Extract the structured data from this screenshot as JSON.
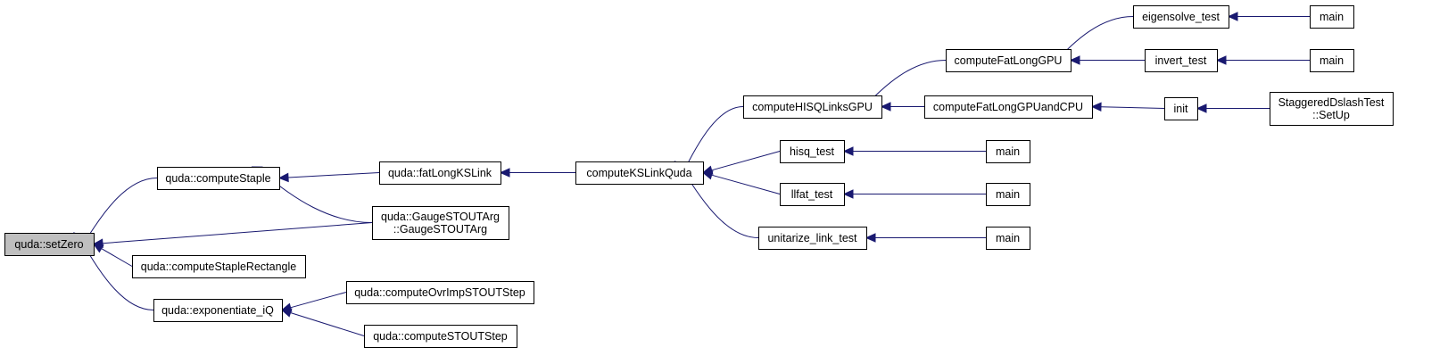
{
  "nodes": {
    "setzero": {
      "lines": [
        "quda::setZero"
      ],
      "root": true
    },
    "computestaple": {
      "lines": [
        "quda::computeStaple"
      ]
    },
    "gaugestoutarg": {
      "lines": [
        "quda::GaugeSTOUTArg",
        "::GaugeSTOUTArg"
      ]
    },
    "computestaplerect": {
      "lines": [
        "quda::computeStapleRectangle"
      ]
    },
    "exponentiate": {
      "lines": [
        "quda::exponentiate_iQ"
      ]
    },
    "fatlongkslink": {
      "lines": [
        "quda::fatLongKSLink"
      ]
    },
    "computeovrimp": {
      "lines": [
        "quda::computeOvrImpSTOUTStep"
      ]
    },
    "computestoutstep": {
      "lines": [
        "quda::computeSTOUTStep"
      ]
    },
    "computekslinkquda": {
      "lines": [
        "computeKSLinkQuda"
      ]
    },
    "computehisqlinksgpu": {
      "lines": [
        "computeHISQLinksGPU"
      ]
    },
    "hisqtest": {
      "lines": [
        "hisq_test"
      ]
    },
    "llfattest": {
      "lines": [
        "llfat_test"
      ]
    },
    "unitarizelinktest": {
      "lines": [
        "unitarize_link_test"
      ]
    },
    "computefatlonggpu": {
      "lines": [
        "computeFatLongGPU"
      ]
    },
    "computefatlonggpuandcpu": {
      "lines": [
        "computeFatLongGPUandCPU"
      ]
    },
    "main_hisq": {
      "lines": [
        "main"
      ]
    },
    "main_llfat": {
      "lines": [
        "main"
      ]
    },
    "main_unitarize": {
      "lines": [
        "main"
      ]
    },
    "eigensolvetest": {
      "lines": [
        "eigensolve_test"
      ]
    },
    "inverttest": {
      "lines": [
        "invert_test"
      ]
    },
    "init": {
      "lines": [
        "init"
      ]
    },
    "main_eigensolve": {
      "lines": [
        "main"
      ]
    },
    "main_invert": {
      "lines": [
        "main"
      ]
    },
    "staggereddslash": {
      "lines": [
        "StaggeredDslashTest",
        "::SetUp"
      ]
    }
  },
  "edges": [
    [
      "computestaple",
      "setzero"
    ],
    [
      "gaugestoutarg",
      "setzero"
    ],
    [
      "computestaplerect",
      "setzero"
    ],
    [
      "exponentiate",
      "setzero"
    ],
    [
      "fatlongkslink",
      "computestaple"
    ],
    [
      "gaugestoutarg",
      "computestaple"
    ],
    [
      "computeovrimp",
      "exponentiate"
    ],
    [
      "computestoutstep",
      "exponentiate"
    ],
    [
      "computekslinkquda",
      "fatlongkslink"
    ],
    [
      "computehisqlinksgpu",
      "computekslinkquda"
    ],
    [
      "hisqtest",
      "computekslinkquda"
    ],
    [
      "llfattest",
      "computekslinkquda"
    ],
    [
      "unitarizelinktest",
      "computekslinkquda"
    ],
    [
      "computefatlonggpu",
      "computehisqlinksgpu"
    ],
    [
      "computefatlonggpuandcpu",
      "computehisqlinksgpu"
    ],
    [
      "main_hisq",
      "hisqtest"
    ],
    [
      "main_llfat",
      "llfattest"
    ],
    [
      "main_unitarize",
      "unitarizelinktest"
    ],
    [
      "eigensolvetest",
      "computefatlonggpu"
    ],
    [
      "inverttest",
      "computefatlonggpu"
    ],
    [
      "init",
      "computefatlonggpuandcpu"
    ],
    [
      "main_eigensolve",
      "eigensolvetest"
    ],
    [
      "main_invert",
      "inverttest"
    ],
    [
      "staggereddslash",
      "init"
    ]
  ]
}
